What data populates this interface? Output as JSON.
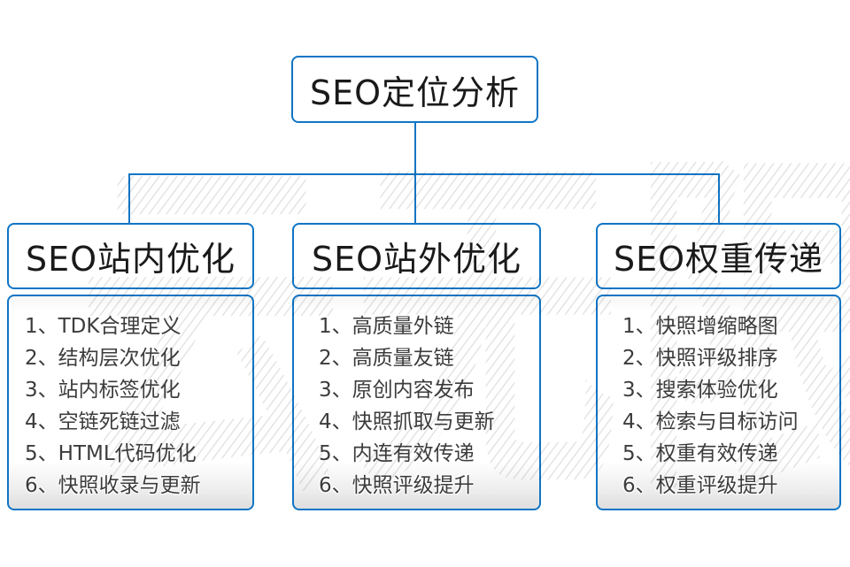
{
  "colors": {
    "accent_blue": "#1075c5",
    "header_text": "#1a1a1a",
    "item_text": "#3c3c3c",
    "watermark_gray": "#e3e3e3"
  },
  "watermark": {
    "text": "云无限"
  },
  "diagram": {
    "root": {
      "title": "SEO定位分析"
    },
    "columns": [
      {
        "title": "SEO站内优化",
        "items": [
          "1、TDK合理定义",
          "2、结构层次优化",
          "3、站内标签优化",
          "4、空链死链过滤",
          "5、HTML代码优化",
          "6、快照收录与更新"
        ]
      },
      {
        "title": "SEO站外优化",
        "items": [
          "1、高质量外链",
          "2、高质量友链",
          "3、原创内容发布",
          "4、快照抓取与更新",
          "5、内连有效传递",
          "6、快照评级提升"
        ]
      },
      {
        "title": "SEO权重传递",
        "items": [
          "1、快照增缩略图",
          "2、快照评级排序",
          "3、搜索体验优化",
          "4、检索与目标访问",
          "5、权重有效传递",
          "6、权重评级提升"
        ]
      }
    ]
  }
}
